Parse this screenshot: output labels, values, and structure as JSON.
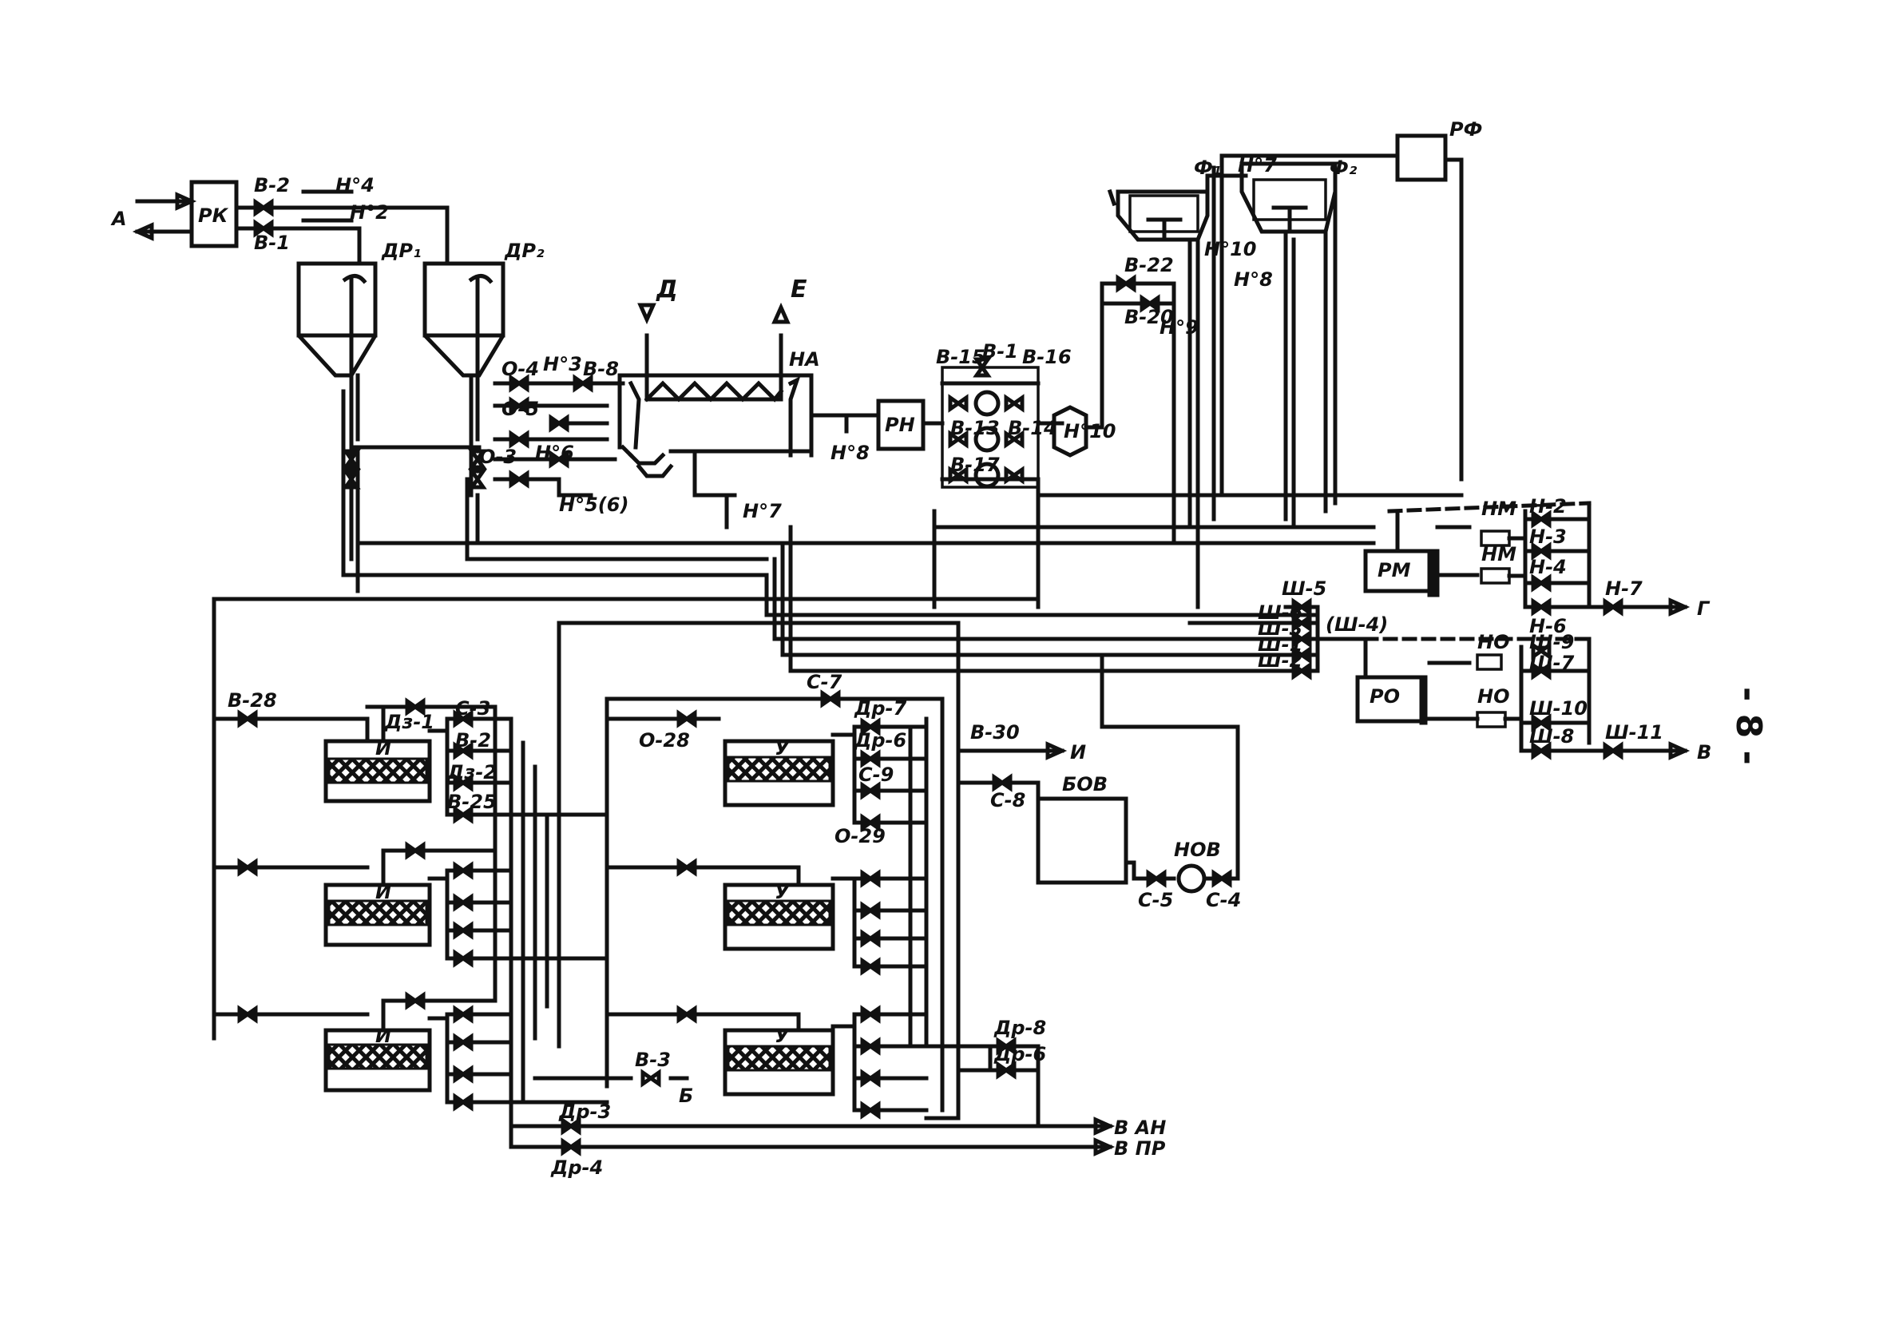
{
  "labels": {
    "in_a": "А",
    "pk": "РК",
    "v2": "В-2",
    "v1": "В-1",
    "n4": "Н°4",
    "n2": "Н°2",
    "dr1": "ДР₁",
    "dr2": "ДР₂",
    "d_in": "Д",
    "e_in": "Е",
    "na": "НА",
    "o4": "О-4",
    "o5": "О-5",
    "o3": "О-3",
    "n3": "Н°3",
    "n6": "Н°6",
    "n5": "Н°5(6)",
    "n7a": "Н°7",
    "n8a": "Н°8",
    "v8": "В-8",
    "rn": "РН",
    "v15": "В-15",
    "v1b": "В-1",
    "v16": "В-16",
    "v13": "В-13",
    "v17": "В-17",
    "v14": "В-14",
    "n10": "Н°10",
    "f1": "Ф₁",
    "f2": "Ф₂",
    "n7b": "Н°7",
    "n8b": "Н°8",
    "v22": "В-22",
    "v20": "В-20",
    "n9": "Н°9",
    "rf": "РФ",
    "rm": "РМ",
    "nm_top": "НМ",
    "nm": "НМ",
    "h2": "Н-2",
    "h3": "Н-3",
    "h4": "Н-4",
    "h6": "Н-6",
    "h7": "Н-7",
    "out_g": "Г",
    "sh5": "Ш-5",
    "sh6": "Ш-6",
    "sh3": "Ш-3",
    "sh1": "Ш-1",
    "sh2": "Ш-2",
    "sh4": "(Ш-4)",
    "ro": "РО",
    "no_top": "НО",
    "no": "НО",
    "sh9": "Ш-9",
    "sh7": "Ш-7",
    "sh10": "Ш-10",
    "sh8": "Ш-8",
    "sh11": "Ш-11",
    "out_v": "В",
    "page": "- 8 -",
    "v28": "В-28",
    "dz1": "Дз-1",
    "c3": "С-3",
    "v2b": "В-2",
    "dz2": "Дз-2",
    "v25": "В-25",
    "c7": "С-7",
    "o28": "О-28",
    "dr7": "Др-7",
    "dr6a": "Др-6",
    "c9": "С-9",
    "o29": "О-29",
    "v30": "В-30",
    "out_i": "И",
    "c8": "С-8",
    "bov": "БОВ",
    "nov": "НОВ",
    "c5": "С-5",
    "c4": "С-4",
    "v3": "В-3",
    "out_b": "Б",
    "dr8": "Др-8",
    "dr6b": "Др-6",
    "dr3": "Др-3",
    "dr4": "Др-4",
    "out_an": "В АН",
    "out_pr": "В ПР",
    "cell_i_1": "И",
    "cell_i_2": "И",
    "cell_i_3": "И",
    "cell_u_1": "У",
    "cell_u_2": "У",
    "cell_u_3": "У"
  }
}
